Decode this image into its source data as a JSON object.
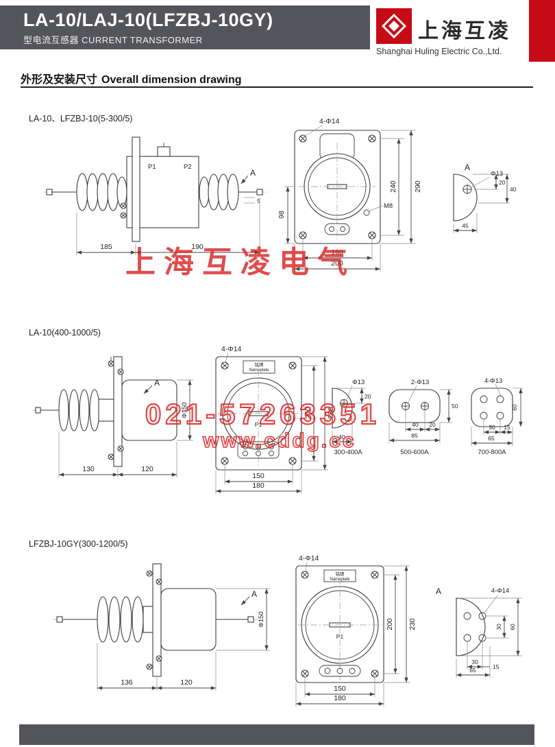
{
  "header": {
    "title": "LA-10/LAJ-10(LFZBJ-10GY)",
    "subtitle": "型电流互感器 CURRENT TRANSFORMER",
    "logo_text": "上海互凌",
    "company": "Shanghai Huling Electric Co.,Ltd.",
    "bar_color": "#54555a",
    "accent_color": "#c60b17"
  },
  "section_heading": {
    "cn": "外形及安装尺寸",
    "en": "Overall dimension drawing"
  },
  "watermarks": {
    "brand": "上海互凌电气",
    "phone": "021-57263351",
    "site": "www.cddg.cc"
  },
  "d1": {
    "label": "LA-10、LFZBJ-10(5-300/5)",
    "p1": "P1",
    "p2": "P2",
    "w185": "185",
    "w190": "190",
    "secA": "A",
    "s5": "5",
    "holes": "4-Φ14",
    "h240": "240",
    "h290": "290",
    "h98": "98",
    "m8": "M8",
    "w160": "160",
    "w200": "200",
    "detA": "A",
    "phi13": "Φ13",
    "v20": "20",
    "v40": "40",
    "h45": "45"
  },
  "d2": {
    "label": "LA-10(400-1000/5)",
    "w130": "130",
    "w120": "120",
    "phi150": "Φ150",
    "secA": "A",
    "holes": "4-Φ14",
    "np_cn": "铭牌",
    "np_en": "Nameplate",
    "p1": "P1",
    "h200": "200",
    "h230": "230",
    "w150": "150",
    "w180": "180",
    "details": [
      {
        "label": "300-400A",
        "holes": "Φ13",
        "d1": "20",
        "d2": "40"
      },
      {
        "label": "500-600A",
        "holes": "2-Φ13",
        "d1": "40",
        "d2": "20",
        "total": "85",
        "v": "50"
      },
      {
        "label": "700-800A",
        "holes": "4-Φ13",
        "d1": "30",
        "d2": "15",
        "total": "65",
        "v": "60"
      }
    ]
  },
  "d3": {
    "label": "LFZBJ-10GY(300-1200/5)",
    "w136": "136",
    "w120": "120",
    "phi150": "Φ150",
    "secA": "A",
    "holes": "4-Φ14",
    "np_cn": "铭牌",
    "np_en": "Nameplate",
    "p1": "P1",
    "h200": "200",
    "h230": "230",
    "w150": "150",
    "w180": "180",
    "detail": {
      "label": "A",
      "holes": "4-Φ14",
      "v1": "30",
      "v2": "60",
      "d1": "30",
      "d2": "15",
      "total": "65"
    }
  }
}
